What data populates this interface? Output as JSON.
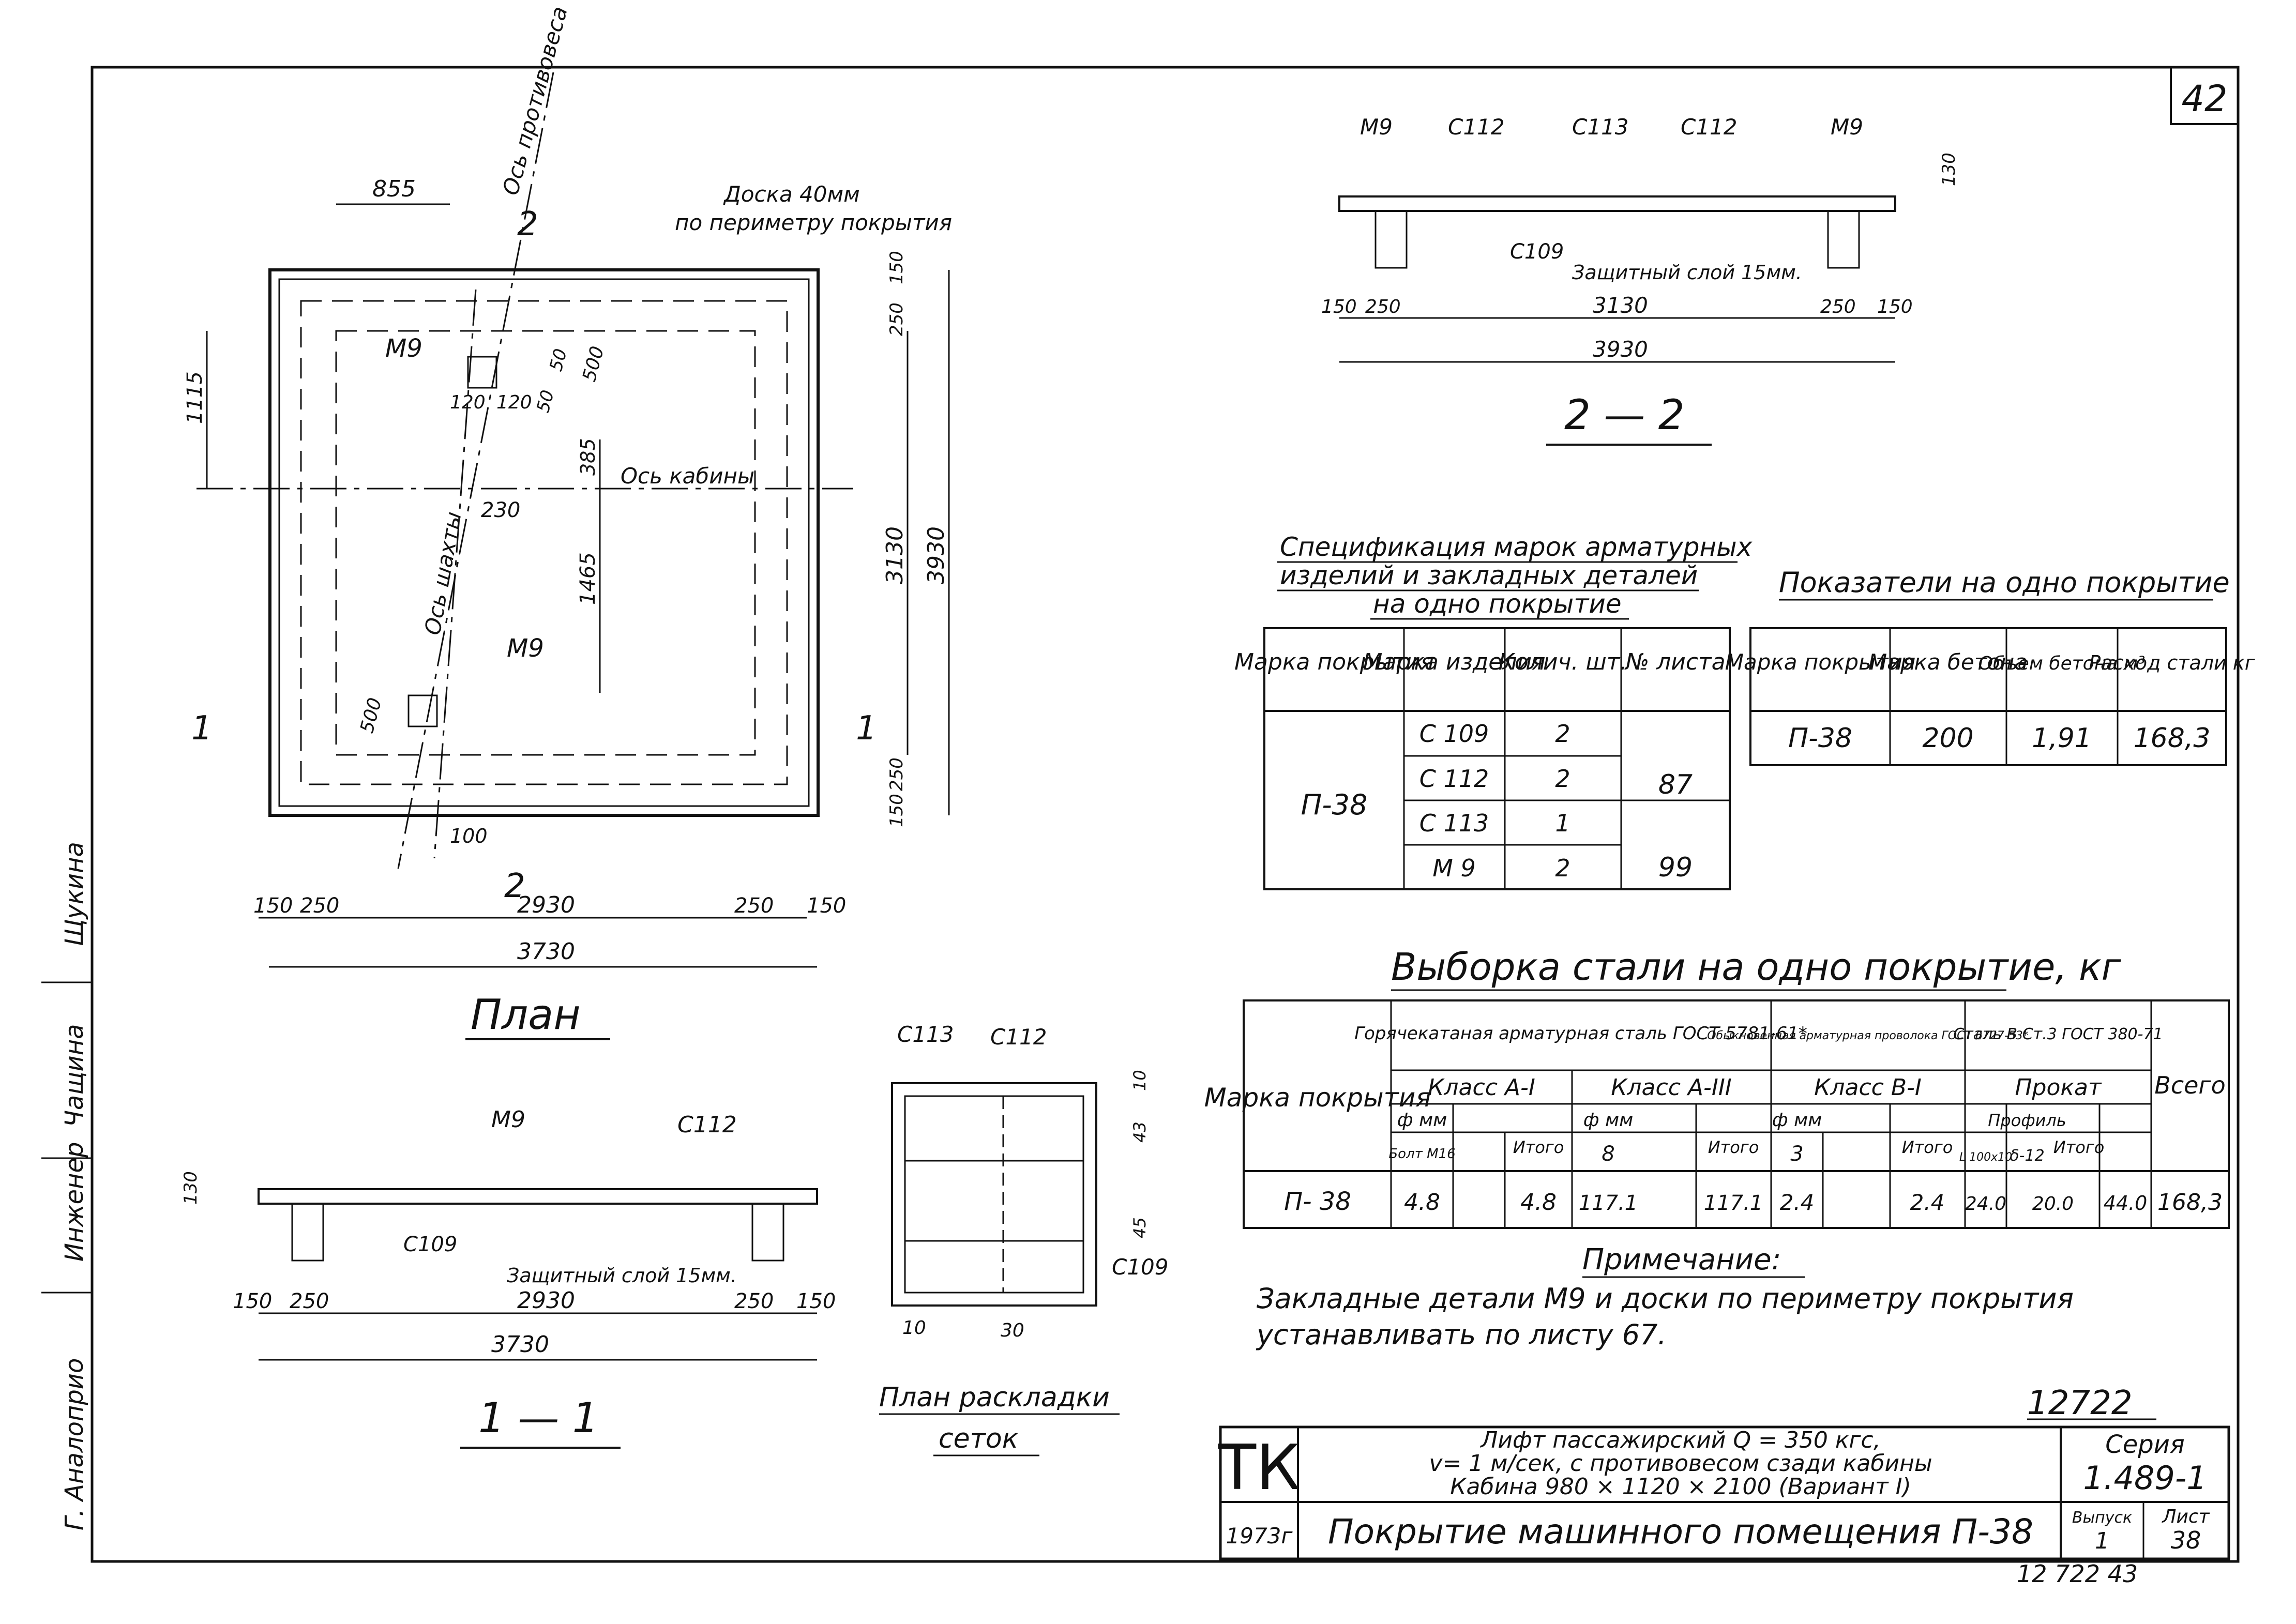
{
  "page_number": "42",
  "side_stamp": [
    "Щукина",
    "Чащина",
    "Инженер",
    "Г. Аналоприо"
  ],
  "plan": {
    "title": "План",
    "board_note_1": "Доска 40мм",
    "board_note_2": "по периметру покрытия",
    "axis_counterweight": "Ось противовеса",
    "axis_shaft": "Ось шахты",
    "axis_cabin": "Ось кабины",
    "m9_top": "М9",
    "m9_bottom": "М9",
    "section_1": "1",
    "section_2": "2",
    "dims": {
      "d855": "855",
      "d1115": "1115",
      "d120a": "120",
      "d120b": "120",
      "d50a": "50",
      "d50b": "50",
      "d500a": "500",
      "d500b": "500",
      "d385": "385",
      "d230": "230",
      "d1465": "1465",
      "d100": "100",
      "d3130": "3130",
      "d3930": "3930",
      "r150a": "150",
      "r250a": "250",
      "r250b": "250",
      "r150b": "150",
      "b150a": "150",
      "b250a": "250",
      "b2930": "2930",
      "b250b": "250",
      "b150b": "150",
      "b3730": "3730"
    }
  },
  "section22": {
    "title": "2 — 2",
    "m9_left": "М9",
    "c112_left": "С112",
    "c113": "С113",
    "c112_right": "С112",
    "m9_right": "М9",
    "c109": "С109",
    "protective": "Защитный слой 15мм.",
    "d130": "130",
    "d150a": "150",
    "d250a": "250",
    "d3130": "3130",
    "d250b": "250",
    "d150b": "150",
    "d3930": "3930"
  },
  "section11": {
    "title": "1 — 1",
    "m9": "М9",
    "c112": "С112",
    "c109": "С109",
    "protective": "Защитный слой 15мм.",
    "d130": "130",
    "d150a": "150",
    "d250a": "250",
    "d2930": "2930",
    "d250b": "250",
    "d150b": "150",
    "d3730": "3730"
  },
  "mesh_layout": {
    "title_1": "План раскладки",
    "title_2": "сеток",
    "c113": "С113",
    "c112": "С112",
    "c109": "С109",
    "d10": "10",
    "d43": "43",
    "d45": "45",
    "d10b": "10",
    "d30": "30"
  },
  "spec_table": {
    "title_1": "Спецификация марок арматурных",
    "title_2": "изделий и закладных деталей",
    "title_3": "на одно покрытие",
    "headers": [
      "Марка покрытия",
      "Марка изделия",
      "Колич. шт.",
      "№ листа"
    ],
    "slab": "П-38",
    "rows": [
      {
        "item": "С 109",
        "qty": "2"
      },
      {
        "item": "С 112",
        "qty": "2"
      },
      {
        "item": "С 113",
        "qty": "1"
      },
      {
        "item": "М 9",
        "qty": "2"
      }
    ],
    "sheet_1": "87",
    "sheet_2": "99"
  },
  "indicators": {
    "title": "Показатели на одно покрытие",
    "headers": [
      "Марка покрытия",
      "Марка бетона",
      "Объем бетона м³",
      "Расход стали кг"
    ],
    "row": [
      "П-38",
      "200",
      "1,91",
      "168,3"
    ]
  },
  "steel": {
    "title": "Выборка стали на одно покрытие, кг",
    "h_mark": "Марка покрытия",
    "h_hot": "Горячекатаная арматурная сталь ГОСТ 5781-61*",
    "h_wire": "Обыкновенная арматурная проволока ГОСТ 6727-53*",
    "h_steel": "Сталь В Ст.3 ГОСТ 380-71",
    "h_total": "Всего",
    "h_classA1": "Класс А-I",
    "h_classA3": "Класс А-III",
    "h_classB1": "Класс В-I",
    "h_rolled": "Прокат",
    "h_phi": "ф мм",
    "h_profile": "Профиль",
    "h_bolt": "Болт М16",
    "h_8": "8",
    "h_3": "3",
    "h_L": "L 100x10",
    "h_delta": "δ-12",
    "h_itogo": "Итого",
    "row": {
      "mark": "П- 38",
      "bolt": "4.8",
      "a1_total": "4.8",
      "a3_8": "117.1",
      "a3_total": "117.1",
      "b1_3": "2.4",
      "b1_total": "2.4",
      "L": "24.0",
      "delta": "20.0",
      "rolled_total": "44.0",
      "all": "168,3"
    }
  },
  "note": {
    "title": "Примечание:",
    "line_1": "Закладные детали М9 и доски по периметру покрытия",
    "line_2": "устанавливать по листу 67."
  },
  "title_block": {
    "number": "12722",
    "org": "ТК",
    "year": "1973г",
    "desc_1": "Лифт пассажирский Q = 350 кгс,",
    "desc_2": "v= 1 м/сек, с противовесом сзади кабины",
    "desc_3": "Кабина 980 × 1120 × 2100 (Вариант I)",
    "name": "Покрытие машинного помещения П-38",
    "series_label": "Серия",
    "series": "1.489-1",
    "issue_label": "Выпуск",
    "issue": "1",
    "sheet_label": "Лист",
    "sheet": "38",
    "footer": "12 722 43"
  }
}
